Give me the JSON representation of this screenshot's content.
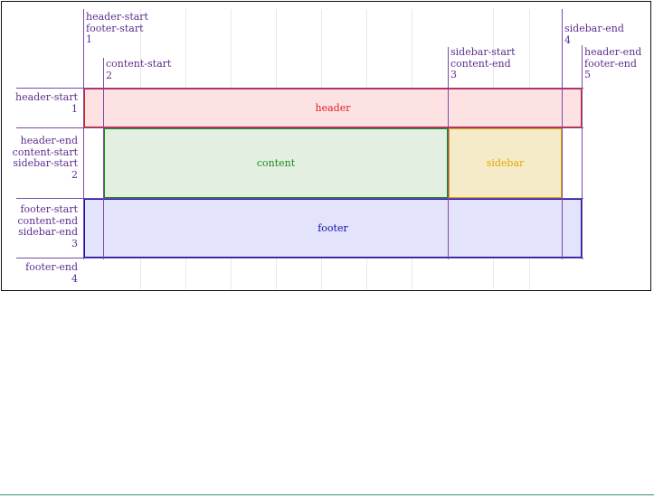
{
  "diagram": {
    "column_lines": [
      {
        "lines": [
          "header-start",
          "footer-start",
          "1"
        ]
      },
      {
        "lines": [
          "content-start",
          "2"
        ]
      },
      {
        "lines": [
          "sidebar-start",
          "content-end",
          "3"
        ]
      },
      {
        "lines": [
          "sidebar-end",
          "4"
        ]
      },
      {
        "lines": [
          "header-end",
          "footer-end",
          "5"
        ]
      }
    ],
    "row_lines": [
      {
        "lines": [
          "header-start",
          "1"
        ]
      },
      {
        "lines": [
          "header-end",
          "content-start",
          "sidebar-start",
          "2"
        ]
      },
      {
        "lines": [
          "footer-start",
          "content-end",
          "sidebar-end",
          "3"
        ]
      },
      {
        "lines": [
          "footer-end",
          "4"
        ]
      }
    ],
    "areas": {
      "header": {
        "label": "header",
        "color": "#e02020",
        "fill": "#fde2e4"
      },
      "content": {
        "label": "content",
        "color": "#1a8a1a",
        "fill": "#e3efe1"
      },
      "sidebar": {
        "label": "sidebar",
        "color": "#e0a800",
        "fill": "#f5ebc8"
      },
      "footer": {
        "label": "footer",
        "color": "#1010b0",
        "fill": "#e3e3fb"
      }
    },
    "line_color": "#7b4aa6"
  }
}
